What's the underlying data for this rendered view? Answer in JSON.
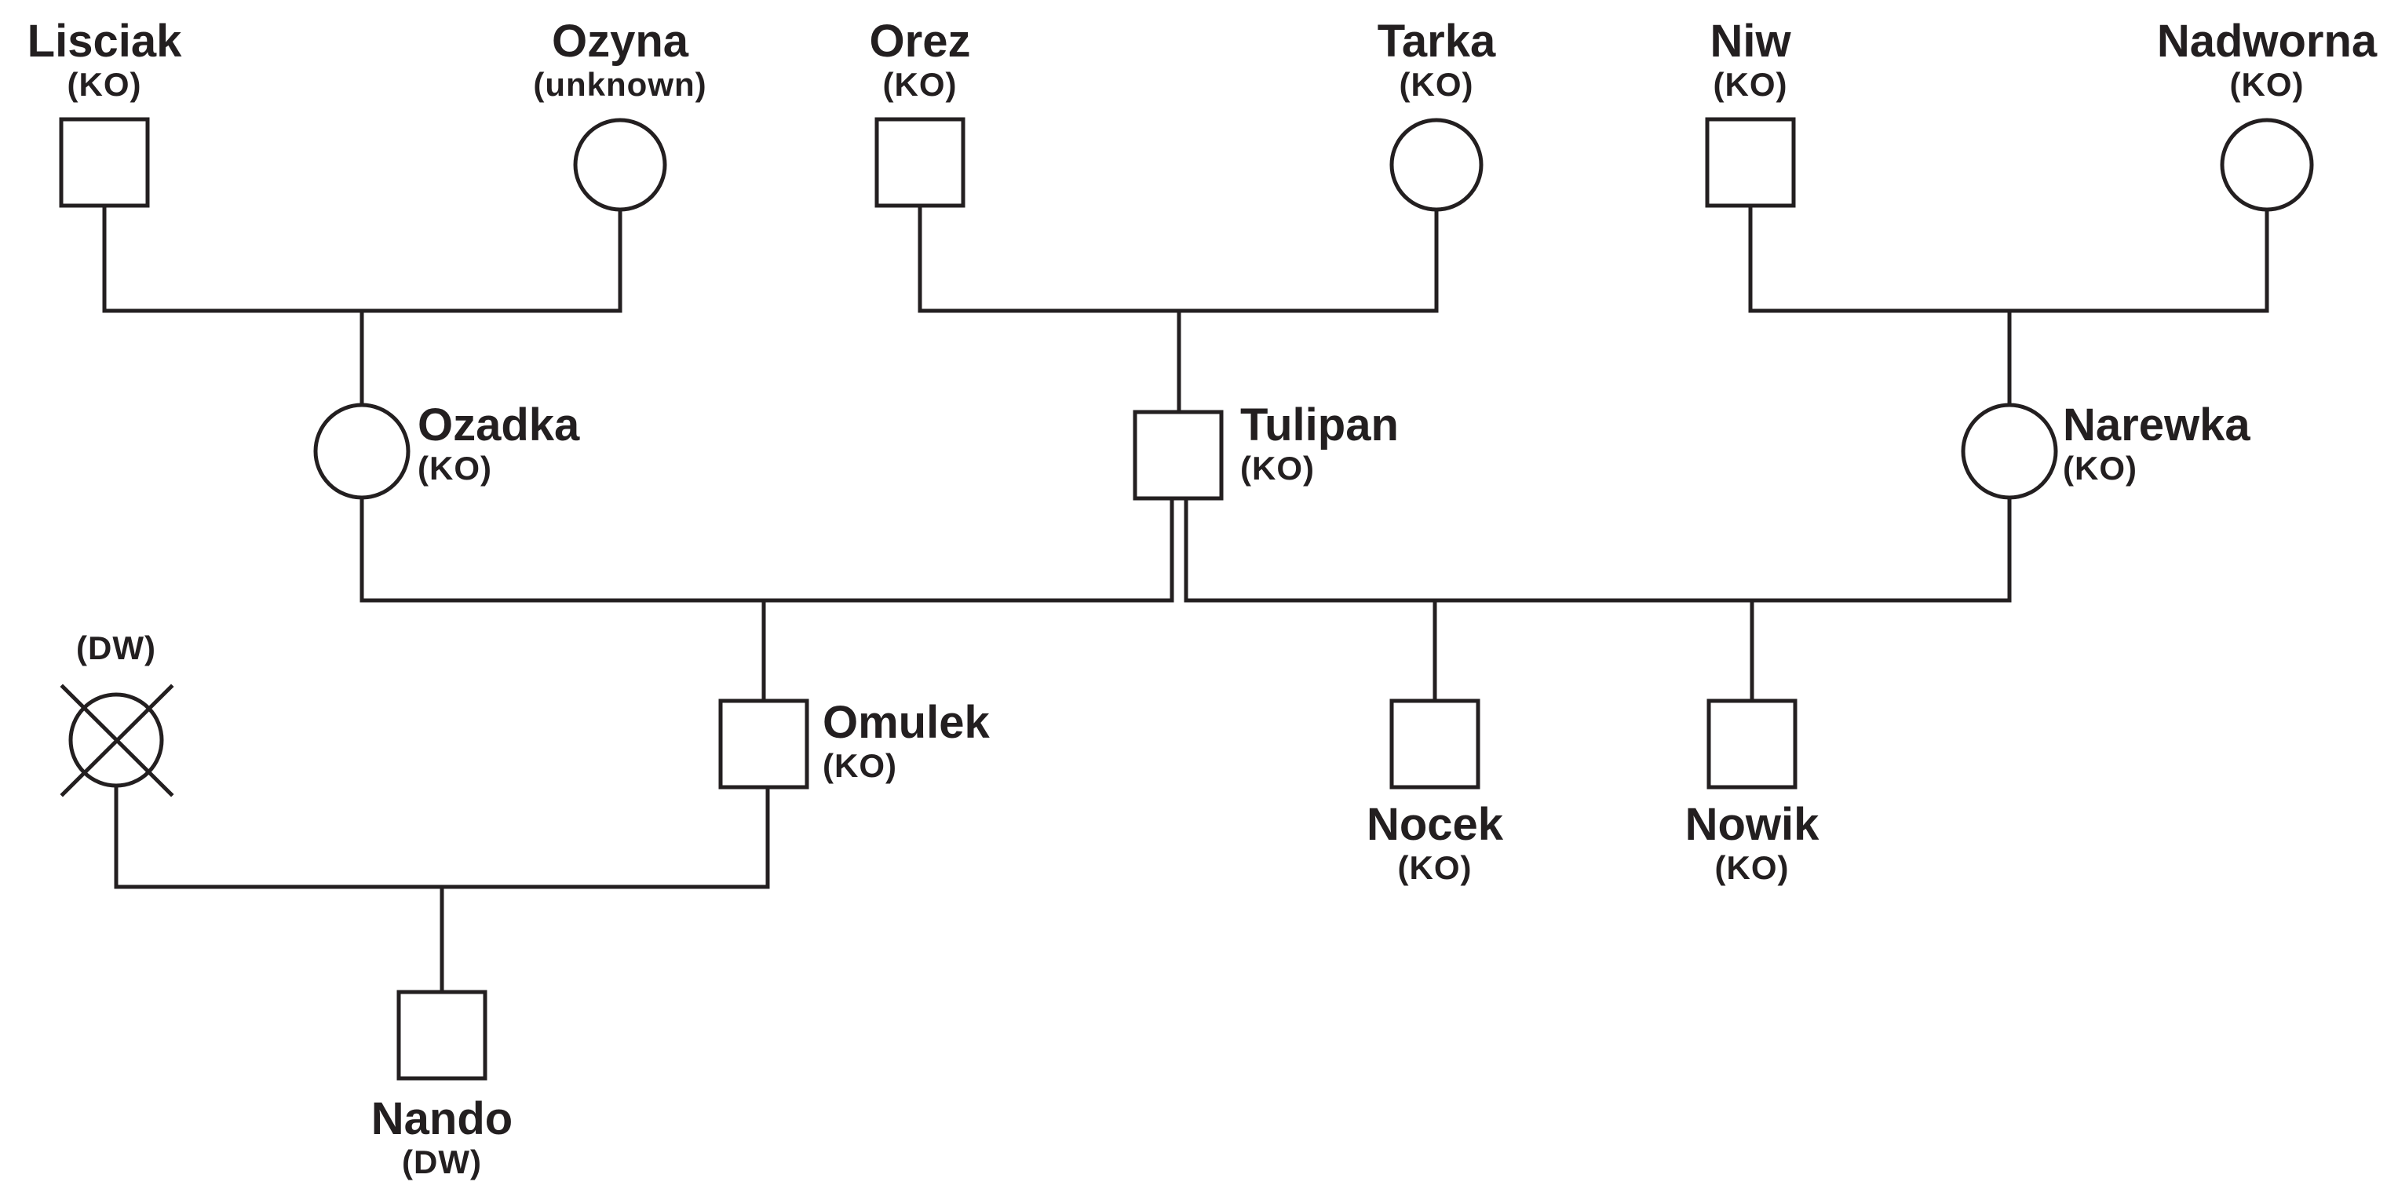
{
  "colors": {
    "ink": "#231f20",
    "background": "#ffffff"
  },
  "individuals": {
    "lisciak": {
      "name": "Lisciak",
      "genotype": "(KO)",
      "sex": "male"
    },
    "ozyna": {
      "name": "Ozyna",
      "genotype": "(unknown)",
      "sex": "female"
    },
    "orez": {
      "name": "Orez",
      "genotype": "(KO)",
      "sex": "male"
    },
    "tarka": {
      "name": "Tarka",
      "genotype": "(KO)",
      "sex": "female"
    },
    "niw": {
      "name": "Niw",
      "genotype": "(KO)",
      "sex": "male"
    },
    "nadworna": {
      "name": "Nadworna",
      "genotype": "(KO)",
      "sex": "female"
    },
    "ozadka": {
      "name": "Ozadka",
      "genotype": "(KO)",
      "sex": "female"
    },
    "tulipan": {
      "name": "Tulipan",
      "genotype": "(KO)",
      "sex": "male"
    },
    "narewka": {
      "name": "Narewka",
      "genotype": "(KO)",
      "sex": "female"
    },
    "dw_female": {
      "name": "",
      "genotype": "(DW)",
      "sex": "female",
      "deceased": true
    },
    "omulek": {
      "name": "Omulek",
      "genotype": "(KO)",
      "sex": "male"
    },
    "nocek": {
      "name": "Nocek",
      "genotype": "(KO)",
      "sex": "male"
    },
    "nowik": {
      "name": "Nowik",
      "genotype": "(KO)",
      "sex": "male"
    },
    "nando": {
      "name": "Nando",
      "genotype": "(DW)",
      "sex": "male"
    }
  }
}
